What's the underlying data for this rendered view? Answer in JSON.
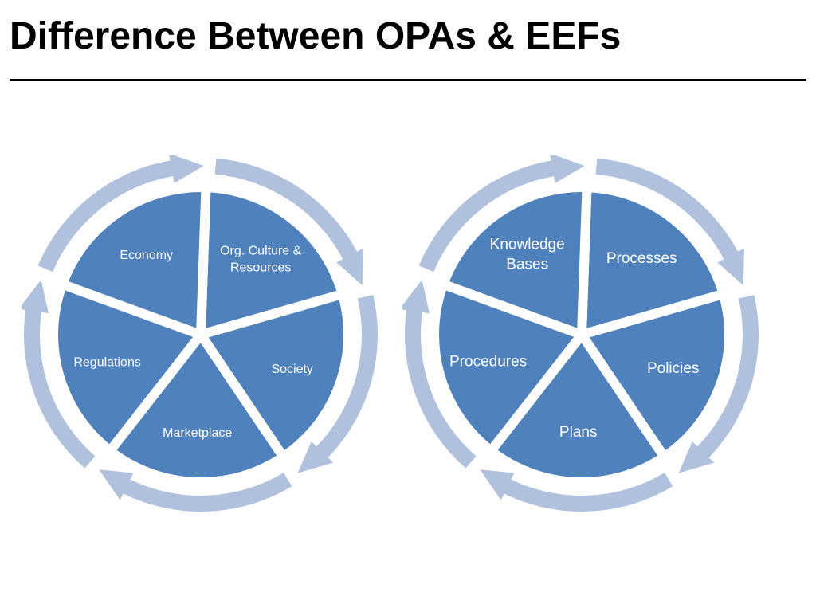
{
  "slide": {
    "title": "Difference Between OPAs & EEFs"
  },
  "colors": {
    "segment_fill": "#4f81bd",
    "cycle_arrow": "#b0c1de",
    "divider": "#ffffff",
    "title_text": "#000000"
  },
  "diagrams": [
    {
      "segments": [
        {
          "lines": [
            "Org. Culture &",
            "Resources"
          ]
        },
        {
          "lines": [
            "Society"
          ]
        },
        {
          "lines": [
            "Marketplace"
          ]
        },
        {
          "lines": [
            "Regulations"
          ]
        },
        {
          "lines": [
            "Economy"
          ]
        }
      ]
    },
    {
      "segments": [
        {
          "lines": [
            "Processes"
          ]
        },
        {
          "lines": [
            "Policies"
          ]
        },
        {
          "lines": [
            "Plans"
          ]
        },
        {
          "lines": [
            "Procedures"
          ]
        },
        {
          "lines": [
            "Knowledge",
            "Bases"
          ]
        }
      ]
    }
  ]
}
